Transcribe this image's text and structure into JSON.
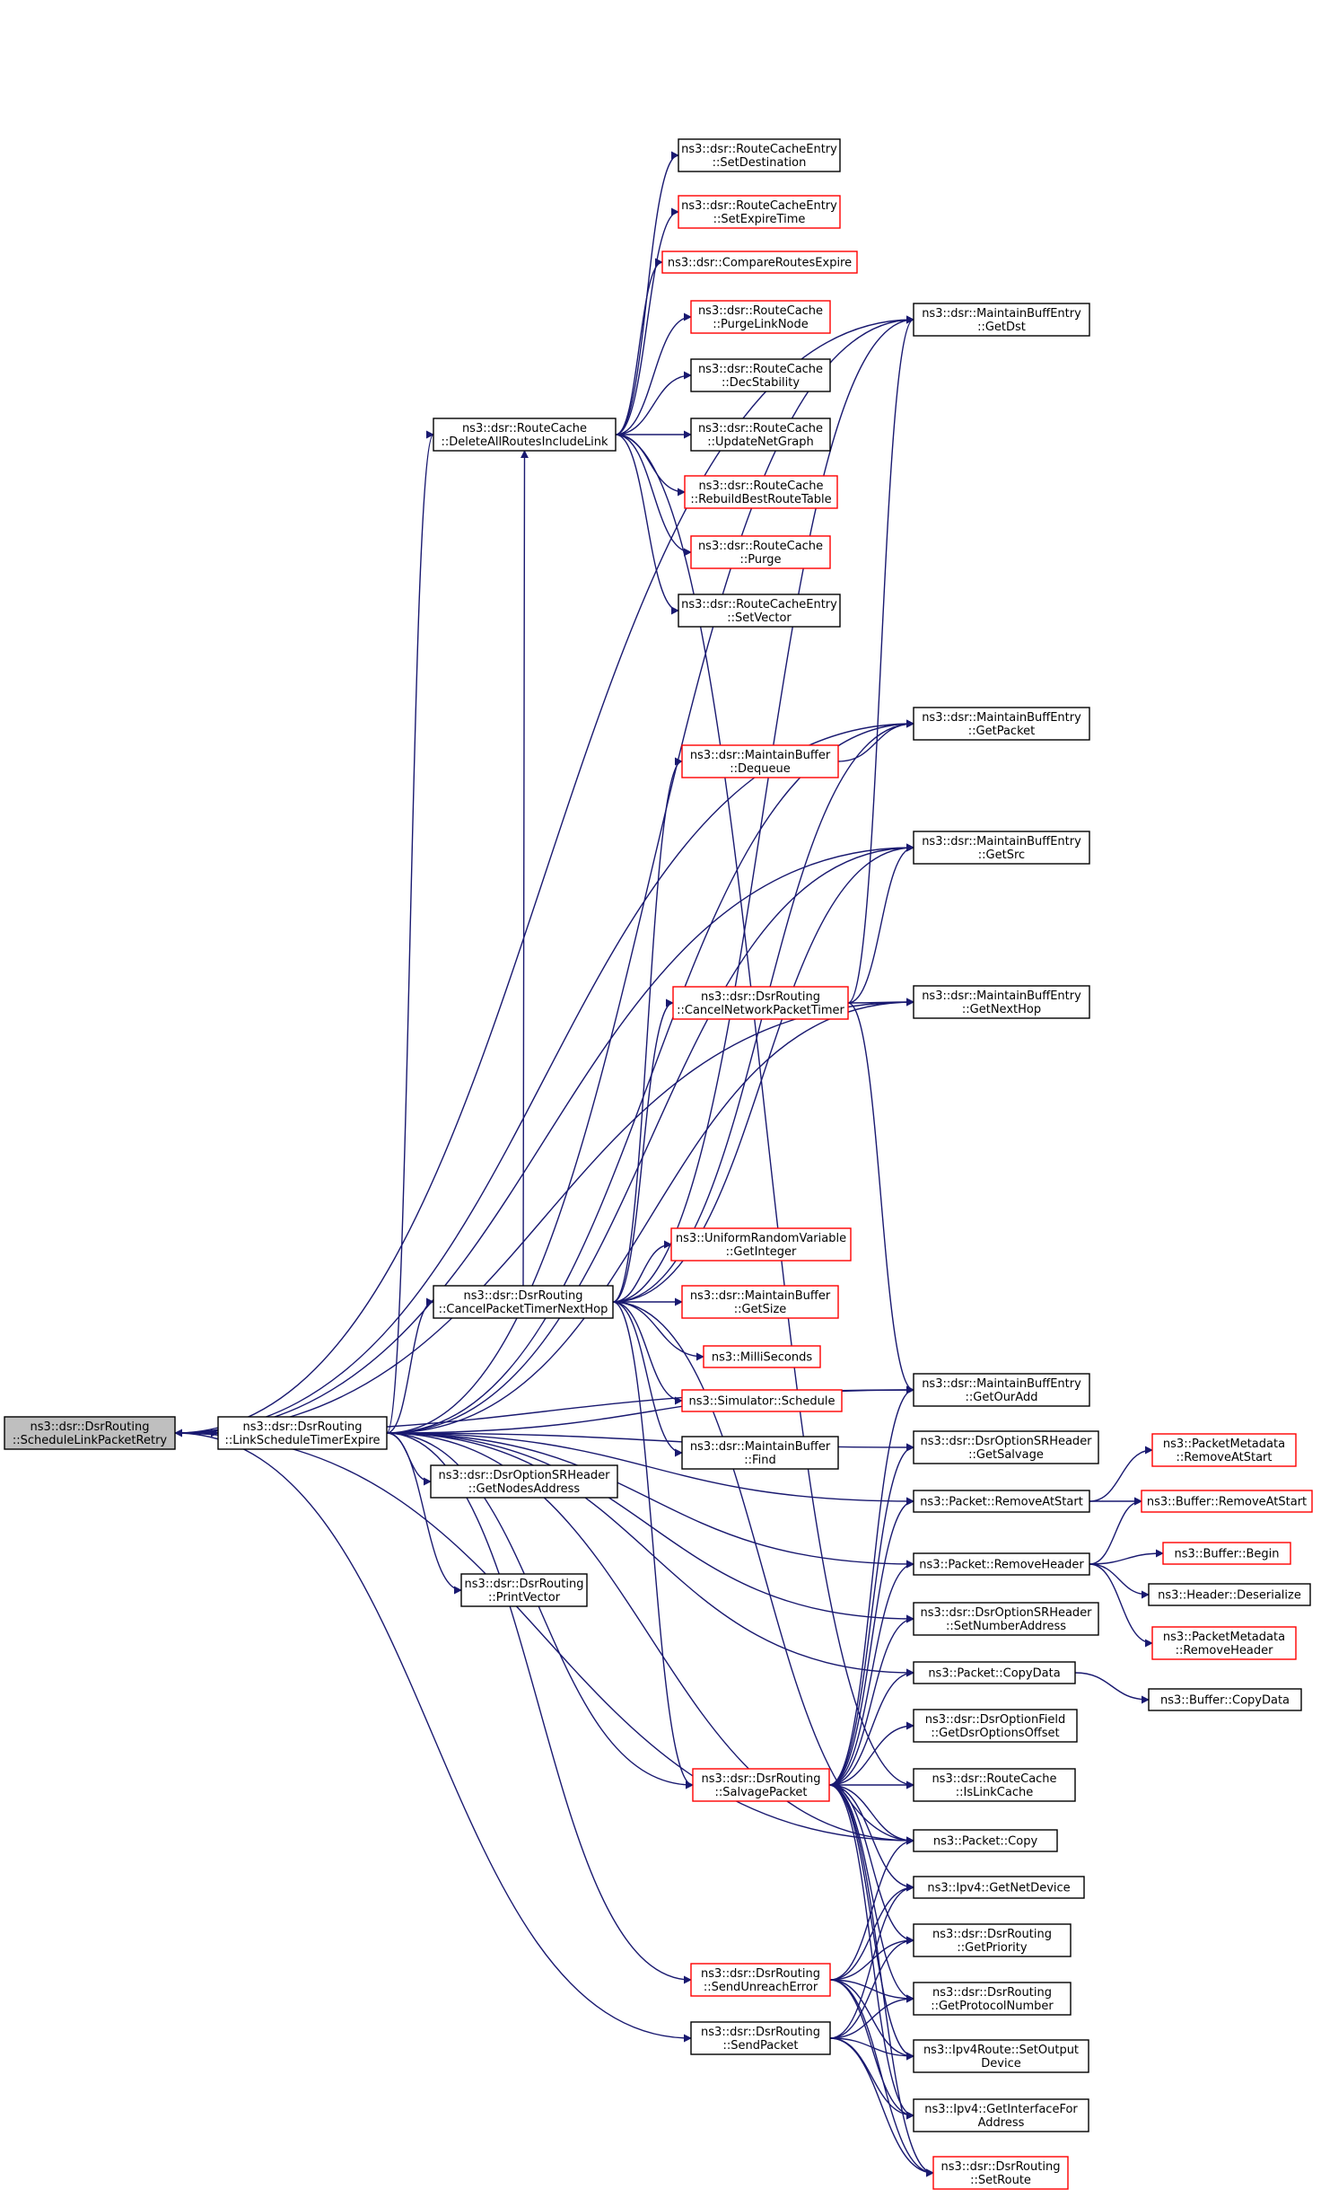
{
  "diagram": {
    "edge_color": "#191970",
    "node_border_black": "#000000",
    "node_border_red": "#ff0000",
    "root_fill": "#bfbfbf",
    "nodes": [
      {
        "id": "schedule_link_packet_retry",
        "lines": [
          "ns3::dsr::DsrRouting",
          "::ScheduleLinkPacketRetry"
        ],
        "style": "root"
      },
      {
        "id": "link_schedule_timer_expire",
        "lines": [
          "ns3::dsr::DsrRouting",
          "::LinkScheduleTimerExpire"
        ],
        "style": "black"
      },
      {
        "id": "delete_all_routes",
        "lines": [
          "ns3::dsr::RouteCache",
          "::DeleteAllRoutesIncludeLink"
        ],
        "style": "black"
      },
      {
        "id": "cancel_packet_timer_next_hop",
        "lines": [
          "ns3::dsr::DsrRouting",
          "::CancelPacketTimerNextHop"
        ],
        "style": "black"
      },
      {
        "id": "get_nodes_address",
        "lines": [
          "ns3::dsr::DsrOptionSRHeader",
          "::GetNodesAddress"
        ],
        "style": "black"
      },
      {
        "id": "print_vector",
        "lines": [
          "ns3::dsr::DsrRouting",
          "::PrintVector"
        ],
        "style": "black"
      },
      {
        "id": "send_unreach_error",
        "lines": [
          "ns3::dsr::DsrRouting",
          "::SendUnreachError"
        ],
        "style": "red"
      },
      {
        "id": "send_packet",
        "lines": [
          "ns3::dsr::DsrRouting",
          "::SendPacket"
        ],
        "style": "black"
      },
      {
        "id": "rce_set_destination",
        "lines": [
          "ns3::dsr::RouteCacheEntry",
          "::SetDestination"
        ],
        "style": "black"
      },
      {
        "id": "rce_set_expire_time",
        "lines": [
          "ns3::dsr::RouteCacheEntry",
          "::SetExpireTime"
        ],
        "style": "red"
      },
      {
        "id": "compare_routes_expire",
        "lines": [
          "ns3::dsr::CompareRoutesExpire"
        ],
        "style": "red"
      },
      {
        "id": "purge_link_node",
        "lines": [
          "ns3::dsr::RouteCache",
          "::PurgeLinkNode"
        ],
        "style": "red"
      },
      {
        "id": "dec_stability",
        "lines": [
          "ns3::dsr::RouteCache",
          "::DecStability"
        ],
        "style": "black"
      },
      {
        "id": "update_net_graph",
        "lines": [
          "ns3::dsr::RouteCache",
          "::UpdateNetGraph"
        ],
        "style": "black"
      },
      {
        "id": "rebuild_best_route_table",
        "lines": [
          "ns3::dsr::RouteCache",
          "::RebuildBestRouteTable"
        ],
        "style": "red"
      },
      {
        "id": "rc_purge",
        "lines": [
          "ns3::dsr::RouteCache",
          "::Purge"
        ],
        "style": "red"
      },
      {
        "id": "rce_set_vector",
        "lines": [
          "ns3::dsr::RouteCacheEntry",
          "::SetVector"
        ],
        "style": "black"
      },
      {
        "id": "mb_dequeue",
        "lines": [
          "ns3::dsr::MaintainBuffer",
          "::Dequeue"
        ],
        "style": "red"
      },
      {
        "id": "cancel_network_packet_timer",
        "lines": [
          "ns3::dsr::DsrRouting",
          "::CancelNetworkPacketTimer"
        ],
        "style": "red"
      },
      {
        "id": "uniform_get_integer",
        "lines": [
          "ns3::UniformRandomVariable",
          "::GetInteger"
        ],
        "style": "red"
      },
      {
        "id": "mb_get_size",
        "lines": [
          "ns3::dsr::MaintainBuffer",
          "::GetSize"
        ],
        "style": "red"
      },
      {
        "id": "milliseconds",
        "lines": [
          "ns3::MilliSeconds"
        ],
        "style": "red"
      },
      {
        "id": "simulator_schedule",
        "lines": [
          "ns3::Simulator::Schedule"
        ],
        "style": "red"
      },
      {
        "id": "mb_find",
        "lines": [
          "ns3::dsr::MaintainBuffer",
          "::Find"
        ],
        "style": "black"
      },
      {
        "id": "salvage_packet",
        "lines": [
          "ns3::dsr::DsrRouting",
          "::SalvagePacket"
        ],
        "style": "red"
      },
      {
        "id": "mbe_get_dst",
        "lines": [
          "ns3::dsr::MaintainBuffEntry",
          "::GetDst"
        ],
        "style": "black"
      },
      {
        "id": "mbe_get_packet",
        "lines": [
          "ns3::dsr::MaintainBuffEntry",
          "::GetPacket"
        ],
        "style": "black"
      },
      {
        "id": "mbe_get_src",
        "lines": [
          "ns3::dsr::MaintainBuffEntry",
          "::GetSrc"
        ],
        "style": "black"
      },
      {
        "id": "mbe_get_next_hop",
        "lines": [
          "ns3::dsr::MaintainBuffEntry",
          "::GetNextHop"
        ],
        "style": "black"
      },
      {
        "id": "mbe_get_our_add",
        "lines": [
          "ns3::dsr::MaintainBuffEntry",
          "::GetOurAdd"
        ],
        "style": "black"
      },
      {
        "id": "get_salvage",
        "lines": [
          "ns3::dsr::DsrOptionSRHeader",
          "::GetSalvage"
        ],
        "style": "black"
      },
      {
        "id": "packet_remove_at_start",
        "lines": [
          "ns3::Packet::RemoveAtStart"
        ],
        "style": "black"
      },
      {
        "id": "packet_remove_header",
        "lines": [
          "ns3::Packet::RemoveHeader"
        ],
        "style": "black"
      },
      {
        "id": "set_number_address",
        "lines": [
          "ns3::dsr::DsrOptionSRHeader",
          "::SetNumberAddress"
        ],
        "style": "black"
      },
      {
        "id": "packet_copy_data",
        "lines": [
          "ns3::Packet::CopyData"
        ],
        "style": "black"
      },
      {
        "id": "get_dsr_options_offset",
        "lines": [
          "ns3::dsr::DsrOptionField",
          "::GetDsrOptionsOffset"
        ],
        "style": "black"
      },
      {
        "id": "is_link_cache",
        "lines": [
          "ns3::dsr::RouteCache",
          "::IsLinkCache"
        ],
        "style": "black"
      },
      {
        "id": "packet_copy",
        "lines": [
          "ns3::Packet::Copy"
        ],
        "style": "black"
      },
      {
        "id": "ipv4_get_net_device",
        "lines": [
          "ns3::Ipv4::GetNetDevice"
        ],
        "style": "black"
      },
      {
        "id": "get_priority",
        "lines": [
          "ns3::dsr::DsrRouting",
          "::GetPriority"
        ],
        "style": "black"
      },
      {
        "id": "get_protocol_number",
        "lines": [
          "ns3::dsr::DsrRouting",
          "::GetProtocolNumber"
        ],
        "style": "black"
      },
      {
        "id": "set_output_device",
        "lines": [
          "ns3::Ipv4Route::SetOutput",
          "Device"
        ],
        "style": "black"
      },
      {
        "id": "get_interface_for_address",
        "lines": [
          "ns3::Ipv4::GetInterfaceFor",
          "Address"
        ],
        "style": "black"
      },
      {
        "id": "set_route",
        "lines": [
          "ns3::dsr::DsrRouting",
          "::SetRoute"
        ],
        "style": "red"
      },
      {
        "id": "pm_remove_at_start",
        "lines": [
          "ns3::PacketMetadata",
          "::RemoveAtStart"
        ],
        "style": "red"
      },
      {
        "id": "buffer_remove_at_start",
        "lines": [
          "ns3::Buffer::RemoveAtStart"
        ],
        "style": "red"
      },
      {
        "id": "buffer_begin",
        "lines": [
          "ns3::Buffer::Begin"
        ],
        "style": "red"
      },
      {
        "id": "header_deserialize",
        "lines": [
          "ns3::Header::Deserialize"
        ],
        "style": "black"
      },
      {
        "id": "pm_remove_header",
        "lines": [
          "ns3::PacketMetadata",
          "::RemoveHeader"
        ],
        "style": "red"
      },
      {
        "id": "buffer_copy_data",
        "lines": [
          "ns3::Buffer::CopyData"
        ],
        "style": "black"
      }
    ],
    "edges": [
      {
        "from": "schedule_link_packet_retry",
        "to": "link_schedule_timer_expire"
      },
      {
        "from": "link_schedule_timer_expire",
        "to": "schedule_link_packet_retry"
      },
      {
        "from": "schedule_link_packet_retry",
        "to": "mbe_get_dst"
      },
      {
        "from": "schedule_link_packet_retry",
        "to": "mbe_get_packet"
      },
      {
        "from": "schedule_link_packet_retry",
        "to": "mbe_get_src"
      },
      {
        "from": "schedule_link_packet_retry",
        "to": "mbe_get_next_hop"
      },
      {
        "from": "schedule_link_packet_retry",
        "to": "mbe_get_our_add"
      },
      {
        "from": "schedule_link_packet_retry",
        "to": "packet_copy"
      },
      {
        "from": "schedule_link_packet_retry",
        "to": "send_packet"
      },
      {
        "from": "link_schedule_timer_expire",
        "to": "delete_all_routes"
      },
      {
        "from": "link_schedule_timer_expire",
        "to": "cancel_packet_timer_next_hop"
      },
      {
        "from": "link_schedule_timer_expire",
        "to": "get_nodes_address"
      },
      {
        "from": "link_schedule_timer_expire",
        "to": "print_vector"
      },
      {
        "from": "link_schedule_timer_expire",
        "to": "send_unreach_error"
      },
      {
        "from": "link_schedule_timer_expire",
        "to": "mbe_get_dst"
      },
      {
        "from": "link_schedule_timer_expire",
        "to": "mbe_get_packet"
      },
      {
        "from": "link_schedule_timer_expire",
        "to": "mbe_get_src"
      },
      {
        "from": "link_schedule_timer_expire",
        "to": "mbe_get_next_hop"
      },
      {
        "from": "link_schedule_timer_expire",
        "to": "mbe_get_our_add"
      },
      {
        "from": "link_schedule_timer_expire",
        "to": "get_salvage"
      },
      {
        "from": "link_schedule_timer_expire",
        "to": "packet_remove_at_start"
      },
      {
        "from": "link_schedule_timer_expire",
        "to": "packet_remove_header"
      },
      {
        "from": "link_schedule_timer_expire",
        "to": "set_number_address"
      },
      {
        "from": "link_schedule_timer_expire",
        "to": "packet_copy_data"
      },
      {
        "from": "link_schedule_timer_expire",
        "to": "packet_copy"
      },
      {
        "from": "link_schedule_timer_expire",
        "to": "salvage_packet"
      },
      {
        "from": "delete_all_routes",
        "to": "rce_set_destination"
      },
      {
        "from": "delete_all_routes",
        "to": "rce_set_expire_time"
      },
      {
        "from": "delete_all_routes",
        "to": "compare_routes_expire"
      },
      {
        "from": "delete_all_routes",
        "to": "purge_link_node"
      },
      {
        "from": "delete_all_routes",
        "to": "dec_stability"
      },
      {
        "from": "delete_all_routes",
        "to": "update_net_graph"
      },
      {
        "from": "delete_all_routes",
        "to": "rebuild_best_route_table"
      },
      {
        "from": "delete_all_routes",
        "to": "rc_purge"
      },
      {
        "from": "delete_all_routes",
        "to": "rce_set_vector"
      },
      {
        "from": "delete_all_routes",
        "to": "is_link_cache"
      },
      {
        "from": "cancel_packet_timer_next_hop",
        "to": "delete_all_routes"
      },
      {
        "from": "cancel_packet_timer_next_hop",
        "to": "mb_dequeue"
      },
      {
        "from": "cancel_packet_timer_next_hop",
        "to": "cancel_network_packet_timer"
      },
      {
        "from": "cancel_packet_timer_next_hop",
        "to": "uniform_get_integer"
      },
      {
        "from": "cancel_packet_timer_next_hop",
        "to": "mb_get_size"
      },
      {
        "from": "cancel_packet_timer_next_hop",
        "to": "milliseconds"
      },
      {
        "from": "cancel_packet_timer_next_hop",
        "to": "simulator_schedule"
      },
      {
        "from": "cancel_packet_timer_next_hop",
        "to": "mb_find"
      },
      {
        "from": "cancel_packet_timer_next_hop",
        "to": "salvage_packet"
      },
      {
        "from": "cancel_packet_timer_next_hop",
        "to": "mbe_get_packet"
      },
      {
        "from": "cancel_packet_timer_next_hop",
        "to": "mbe_get_src"
      },
      {
        "from": "cancel_packet_timer_next_hop",
        "to": "mbe_get_dst"
      },
      {
        "from": "cancel_packet_timer_next_hop",
        "to": "packet_copy"
      },
      {
        "from": "mb_dequeue",
        "to": "mbe_get_packet"
      },
      {
        "from": "cancel_network_packet_timer",
        "to": "mbe_get_dst"
      },
      {
        "from": "cancel_network_packet_timer",
        "to": "mbe_get_src"
      },
      {
        "from": "cancel_network_packet_timer",
        "to": "mbe_get_next_hop"
      },
      {
        "from": "cancel_network_packet_timer",
        "to": "mbe_get_our_add"
      },
      {
        "from": "salvage_packet",
        "to": "mbe_get_our_add"
      },
      {
        "from": "salvage_packet",
        "to": "get_salvage"
      },
      {
        "from": "salvage_packet",
        "to": "packet_remove_at_start"
      },
      {
        "from": "salvage_packet",
        "to": "packet_remove_header"
      },
      {
        "from": "salvage_packet",
        "to": "set_number_address"
      },
      {
        "from": "salvage_packet",
        "to": "packet_copy_data"
      },
      {
        "from": "salvage_packet",
        "to": "get_dsr_options_offset"
      },
      {
        "from": "salvage_packet",
        "to": "is_link_cache"
      },
      {
        "from": "salvage_packet",
        "to": "packet_copy"
      },
      {
        "from": "salvage_packet",
        "to": "ipv4_get_net_device"
      },
      {
        "from": "salvage_packet",
        "to": "get_priority"
      },
      {
        "from": "salvage_packet",
        "to": "get_protocol_number"
      },
      {
        "from": "salvage_packet",
        "to": "set_output_device"
      },
      {
        "from": "salvage_packet",
        "to": "get_interface_for_address"
      },
      {
        "from": "salvage_packet",
        "to": "set_route"
      },
      {
        "from": "send_unreach_error",
        "to": "packet_copy"
      },
      {
        "from": "send_unreach_error",
        "to": "ipv4_get_net_device"
      },
      {
        "from": "send_unreach_error",
        "to": "get_priority"
      },
      {
        "from": "send_unreach_error",
        "to": "get_protocol_number"
      },
      {
        "from": "send_unreach_error",
        "to": "set_output_device"
      },
      {
        "from": "send_unreach_error",
        "to": "get_interface_for_address"
      },
      {
        "from": "send_unreach_error",
        "to": "set_route"
      },
      {
        "from": "send_packet",
        "to": "ipv4_get_net_device"
      },
      {
        "from": "send_packet",
        "to": "get_priority"
      },
      {
        "from": "send_packet",
        "to": "get_protocol_number"
      },
      {
        "from": "send_packet",
        "to": "set_output_device"
      },
      {
        "from": "send_packet",
        "to": "get_interface_for_address"
      },
      {
        "from": "send_packet",
        "to": "set_route"
      },
      {
        "from": "packet_remove_at_start",
        "to": "pm_remove_at_start"
      },
      {
        "from": "packet_remove_at_start",
        "to": "buffer_remove_at_start"
      },
      {
        "from": "packet_remove_header",
        "to": "buffer_remove_at_start"
      },
      {
        "from": "packet_remove_header",
        "to": "buffer_begin"
      },
      {
        "from": "packet_remove_header",
        "to": "header_deserialize"
      },
      {
        "from": "packet_remove_header",
        "to": "pm_remove_header"
      },
      {
        "from": "packet_copy_data",
        "to": "buffer_copy_data"
      }
    ]
  }
}
